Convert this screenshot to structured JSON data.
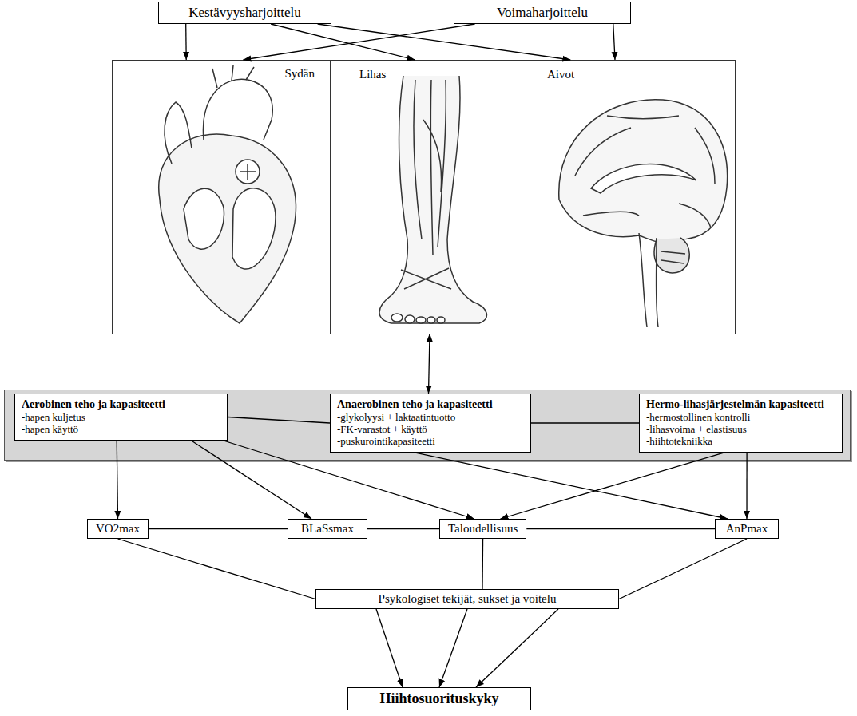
{
  "diagram": {
    "nodes": [
      {
        "text": [
          "Kestävyysharjoittelu"
        ]
      },
      {
        "text": [
          "Voimaharjoittelu"
        ]
      },
      {
        "text": [
          "Sydän"
        ]
      },
      {
        "text": [
          "Lihas"
        ]
      },
      {
        "text": [
          "Aivot"
        ]
      },
      {
        "text": [
          "Aerobinen teho ja kapasiteetti",
          "-hapen kuljetus",
          "-hapen käyttö"
        ]
      },
      {
        "text": [
          "Anaerobinen teho ja kapasiteetti",
          "-glykolyysi + laktaatintuotto",
          "-FK-varastot + käyttö",
          "-puskurointikapasiteetti"
        ]
      },
      {
        "text": [
          "Hermo-lihasjärjestelmän kapasiteetti",
          "-hermostollinen kontrolli",
          "-lihasvoima + elastisuus",
          "-hiihtotekniikka"
        ]
      },
      {
        "text": [
          "VO2max"
        ]
      },
      {
        "text": [
          "BLaSsmax"
        ]
      },
      {
        "text": [
          "Taloudellisuus"
        ]
      },
      {
        "text": [
          "AnPmax"
        ]
      },
      {
        "text": [
          "Psykologiset tekijät, sukset ja voitelu"
        ]
      },
      {
        "text": [
          "Hiihtosuorituskyky"
        ]
      }
    ],
    "edges": [
      {
        "from": 0,
        "to": 2,
        "arrow": "to"
      },
      {
        "from": 0,
        "to": 3,
        "arrow": "to"
      },
      {
        "from": 0,
        "to": 4,
        "arrow": "to"
      },
      {
        "from": 1,
        "to": 2,
        "arrow": "to"
      },
      {
        "from": 1,
        "to": 4,
        "arrow": "to"
      },
      {
        "from": 3,
        "to": 6,
        "arrow": "both"
      },
      {
        "from": 5,
        "to": 6,
        "arrow": "none"
      },
      {
        "from": 6,
        "to": 7,
        "arrow": "none"
      },
      {
        "from": 5,
        "to": 8,
        "arrow": "to"
      },
      {
        "from": 5,
        "to": 9,
        "arrow": "to"
      },
      {
        "from": 5,
        "to": 10,
        "arrow": "to"
      },
      {
        "from": 6,
        "to": 11,
        "arrow": "to"
      },
      {
        "from": 7,
        "to": 10,
        "arrow": "to"
      },
      {
        "from": 7,
        "to": 11,
        "arrow": "to"
      },
      {
        "from": 8,
        "to": 9,
        "arrow": "none"
      },
      {
        "from": 9,
        "to": 10,
        "arrow": "none"
      },
      {
        "from": 10,
        "to": 11,
        "arrow": "none"
      },
      {
        "from": 8,
        "to": 12,
        "arrow": "none"
      },
      {
        "from": 10,
        "to": 12,
        "arrow": "none"
      },
      {
        "from": 11,
        "to": 12,
        "arrow": "none"
      },
      {
        "from": 12,
        "to": 13,
        "arrow": "to"
      },
      {
        "from": 12,
        "to": 13,
        "arrow": "to"
      },
      {
        "from": 12,
        "to": 13,
        "arrow": "to"
      }
    ]
  }
}
